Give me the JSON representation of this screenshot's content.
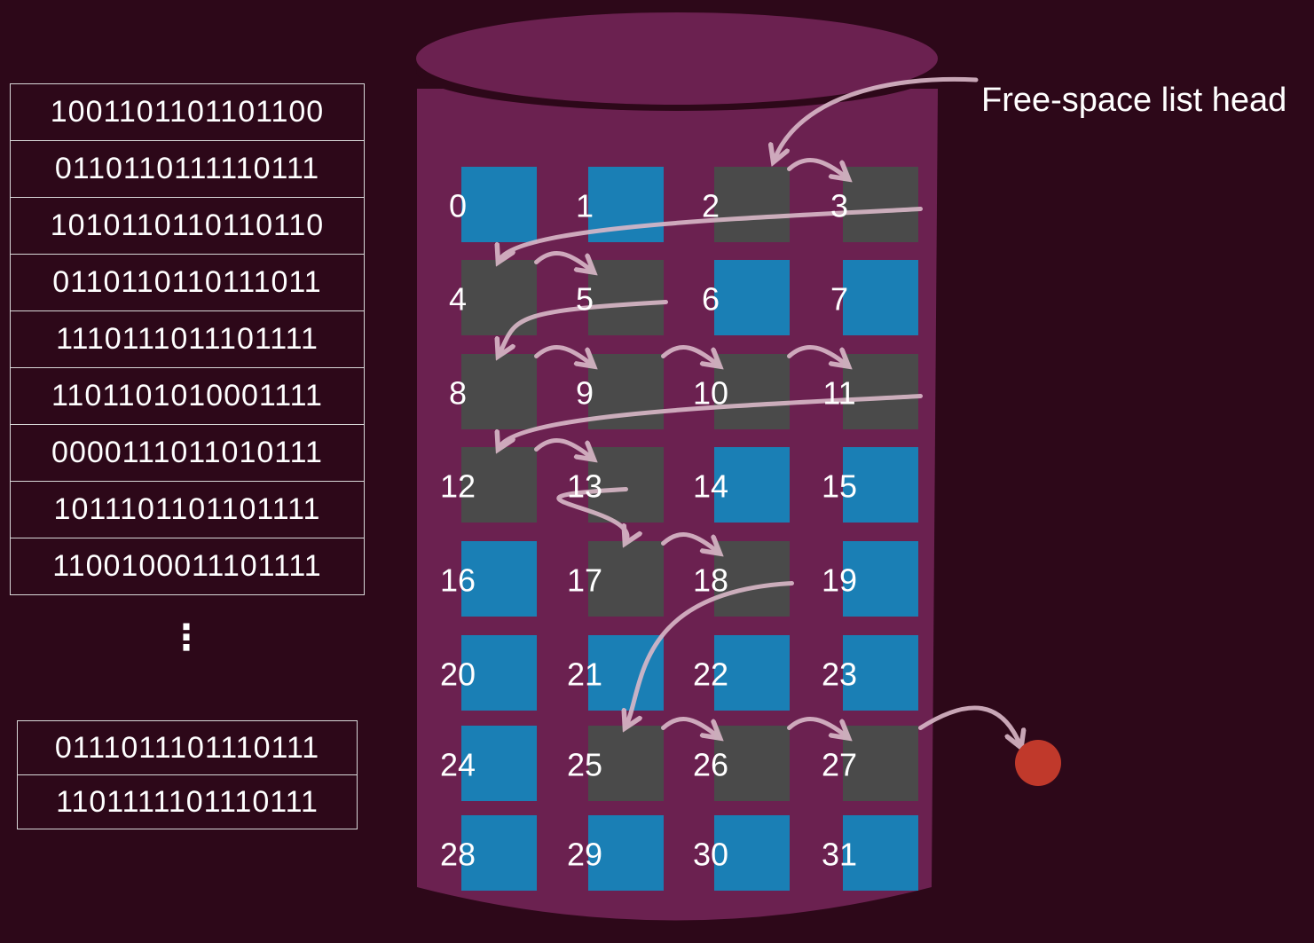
{
  "bitmap": {
    "rows_top": [
      "1001101101101100",
      "0110110111110111",
      "1010110110110110",
      "0110110110111011",
      "1110111011101111",
      "1101101010001111",
      "0000111011010111",
      "1011101101101111",
      "1100100011101111"
    ],
    "ellipsis": "⋮",
    "rows_bottom": [
      "0111011101110111",
      "1101111101110111"
    ]
  },
  "disk": {
    "head_label": "Free-space list head",
    "blocks": [
      {
        "n": "0",
        "free": false
      },
      {
        "n": "1",
        "free": false
      },
      {
        "n": "2",
        "free": true
      },
      {
        "n": "3",
        "free": true
      },
      {
        "n": "4",
        "free": true
      },
      {
        "n": "5",
        "free": true
      },
      {
        "n": "6",
        "free": false
      },
      {
        "n": "7",
        "free": false
      },
      {
        "n": "8",
        "free": true
      },
      {
        "n": "9",
        "free": true
      },
      {
        "n": "10",
        "free": true
      },
      {
        "n": "11",
        "free": true
      },
      {
        "n": "12",
        "free": true
      },
      {
        "n": "13",
        "free": true
      },
      {
        "n": "14",
        "free": false
      },
      {
        "n": "15",
        "free": false
      },
      {
        "n": "16",
        "free": false
      },
      {
        "n": "17",
        "free": true
      },
      {
        "n": "18",
        "free": true
      },
      {
        "n": "19",
        "free": false
      },
      {
        "n": "20",
        "free": false
      },
      {
        "n": "21",
        "free": false
      },
      {
        "n": "22",
        "free": false
      },
      {
        "n": "23",
        "free": false
      },
      {
        "n": "24",
        "free": false
      },
      {
        "n": "25",
        "free": true
      },
      {
        "n": "26",
        "free": true
      },
      {
        "n": "27",
        "free": true
      },
      {
        "n": "28",
        "free": false
      },
      {
        "n": "29",
        "free": false
      },
      {
        "n": "30",
        "free": false
      },
      {
        "n": "31",
        "free": false
      }
    ],
    "free_chain": [
      "2",
      "3",
      "4",
      "5",
      "8",
      "9",
      "10",
      "11",
      "12",
      "13",
      "17",
      "18",
      "25",
      "26",
      "27"
    ]
  },
  "colors": {
    "background": "#2d0819",
    "disk": "#6b2150",
    "used_block": "#1a7fb5",
    "free_block": "#4a4a4a",
    "arrow": "#d9b8c8",
    "list_end": "#c0392b"
  }
}
